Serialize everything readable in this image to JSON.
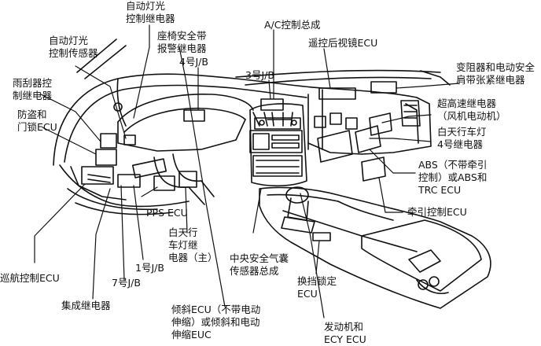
{
  "labels": {
    "auto_light_relay": "自动灯光\n控制继电器",
    "auto_light_sensor": "自动灯光\n控制传感器",
    "seatbelt_alarm_relay": "座椅安全带\n报警继电器",
    "jb4": "4号J/B",
    "ac_control": "A/C控制总成",
    "remote_mirror_ecu": "遥控后视镜ECU",
    "jb3": "3号J/B",
    "wiper_relay": "雨刮器控\n制继电器",
    "theft_door_ecu": "防盗和\n门锁ECU",
    "resistor_relay": "变阻器和电动安全\n肩带张紧继电器",
    "super_speed_relay": "超高速继电器\n（风机电动机）",
    "drl_relay_4": "白天行车灯\n4号继电器",
    "abs_ecu": "ABS（不带牵引\n控制）或ABS和\nTRC ECU",
    "traction_ecu": "牵引控制ECU",
    "pps_ecu": "PPS ECU",
    "drl_relay_main": "白天行\n车灯继\n电器（主）",
    "airbag_sensor": "中央安全气囊\n传感器总成",
    "jb1": "1号J/B",
    "shift_lock_ecu": "换挡锁定\nECU",
    "cruise_ecu": "巡航控制ECU",
    "jb7": "7号J/B",
    "integration_relay": "集成继电器",
    "tilt_ecu": "倾斜ECU（不带电动\n伸缩）或倾斜和电动\n伸缩EUC",
    "engine_ecu": "发动机和\nECY ECU"
  }
}
